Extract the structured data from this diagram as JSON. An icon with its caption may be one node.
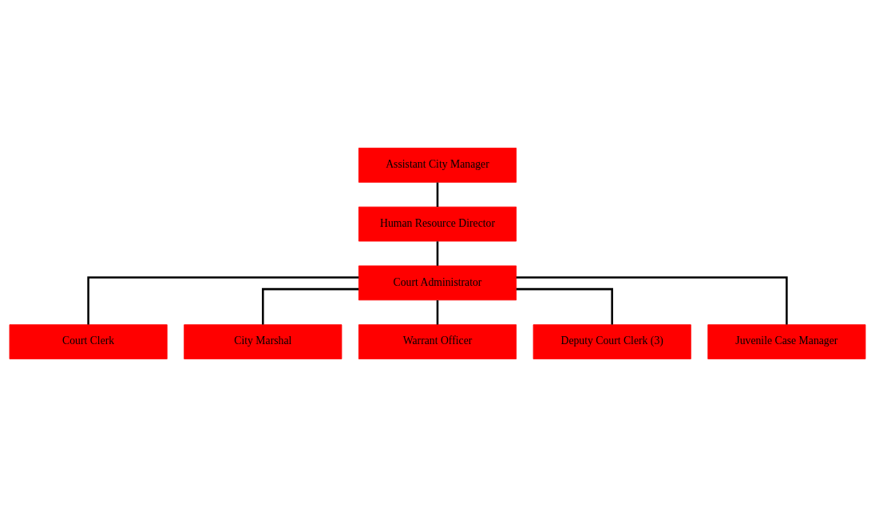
{
  "diagram": {
    "nodes": [
      {
        "text": [
          "Assistant City Manager"
        ]
      },
      {
        "text": [
          "Human Resource Director"
        ]
      },
      {
        "text": [
          "Court Administrator"
        ]
      },
      {
        "text": [
          "Court Clerk"
        ]
      },
      {
        "text": [
          "City Marshal"
        ]
      },
      {
        "text": [
          "Warrant Officer"
        ]
      },
      {
        "text": [
          "Deputy Court Clerk (3)"
        ]
      },
      {
        "text": [
          "Juvenile Case Manager"
        ]
      }
    ],
    "edges": [
      {
        "from": 0,
        "to": 1,
        "arrow": "none"
      },
      {
        "from": 1,
        "to": 2,
        "arrow": "none"
      },
      {
        "from": 2,
        "to": 3,
        "arrow": "none"
      },
      {
        "from": 2,
        "to": 4,
        "arrow": "none"
      },
      {
        "from": 2,
        "to": 5,
        "arrow": "none"
      },
      {
        "from": 2,
        "to": 6,
        "arrow": "none"
      },
      {
        "from": 2,
        "to": 7,
        "arrow": "none"
      }
    ]
  }
}
